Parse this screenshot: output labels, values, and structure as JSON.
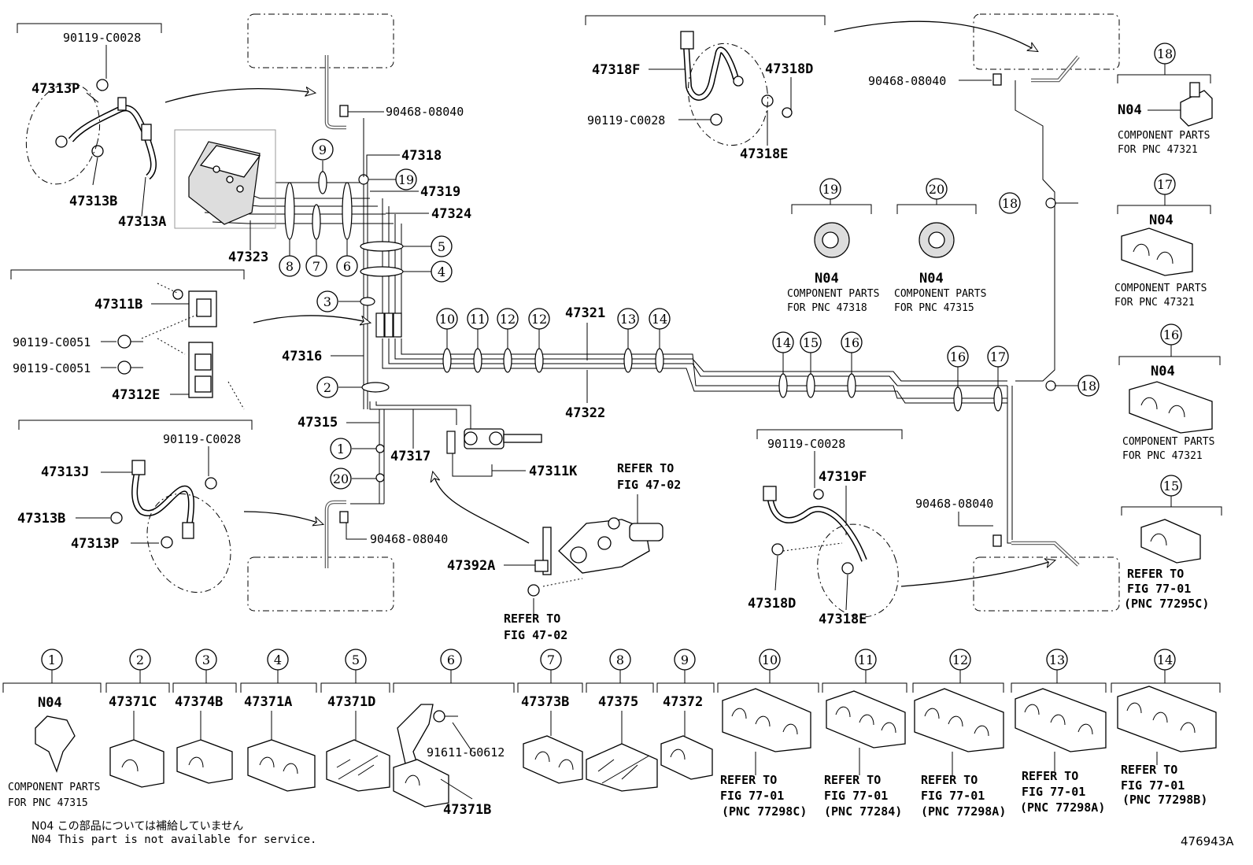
{
  "figure_id": "476943A",
  "footnotes": {
    "ja": "N04 この部品については補給していません",
    "en": "N04 This part is not available for service."
  },
  "labels": {
    "p90119_C0028_a": "90119-C0028",
    "p47313P_a": "47313P",
    "p47313B_a": "47313B",
    "p47313A": "47313A",
    "p90468_08040_a": "90468-08040",
    "p47318": "47318",
    "p47319": "47319",
    "p47324": "47324",
    "p47323": "47323",
    "p47311B": "47311B",
    "p90119_C0051_a": "90119-C0051",
    "p90119_C0051_b": "90119-C0051",
    "p47312E": "47312E",
    "p47316": "47316",
    "p47315": "47315",
    "p47317": "47317",
    "p47311K": "47311K",
    "p90119_C0028_b": "90119-C0028",
    "p47313J": "47313J",
    "p47313B_b": "47313B",
    "p47313P_b": "47313P",
    "p90468_08040_b": "90468-08040",
    "p47392A": "47392A",
    "p47321": "47321",
    "p47322": "47322",
    "p47318F": "47318F",
    "p90119_C0028_c": "90119-C0028",
    "p47318D_a": "47318D",
    "p47318E_a": "47318E",
    "p90468_08040_c": "90468-08040",
    "p90119_C0028_d": "90119-C0028",
    "p47319F": "47319F",
    "p47318D_b": "47318D",
    "p47318E_b": "47318E",
    "p90468_08040_d": "90468-08040"
  },
  "refer": {
    "line1": "REFER TO",
    "fig4702": "FIG 47-02",
    "fig7701": "FIG 77-01",
    "pnc77295C": "(PNC 77295C)",
    "pnc77298C": "(PNC 77298C)",
    "pnc77284": "(PNC 77284)",
    "pnc77298A": "(PNC 77298A)",
    "pnc77298B": "(PNC 77298B)"
  },
  "component": {
    "n04": "N04",
    "line1": "COMPONENT PARTS",
    "pnc47321": "FOR PNC 47321",
    "pnc47318": "FOR PNC 47318",
    "pnc47315": "FOR PNC 47315"
  },
  "circle_numbers": [
    "1",
    "2",
    "3",
    "4",
    "5",
    "6",
    "7",
    "8",
    "9",
    "10",
    "11",
    "12",
    "13",
    "14",
    "15",
    "16",
    "17",
    "18",
    "19",
    "20"
  ],
  "bottom_parts": {
    "c2": "47371C",
    "c3": "47374B",
    "c4": "47371A",
    "c5": "47371D",
    "c6_bolt": "91611-G0612",
    "c6": "47371B",
    "c7": "47373B",
    "c8": "47375",
    "c9": "47372"
  }
}
